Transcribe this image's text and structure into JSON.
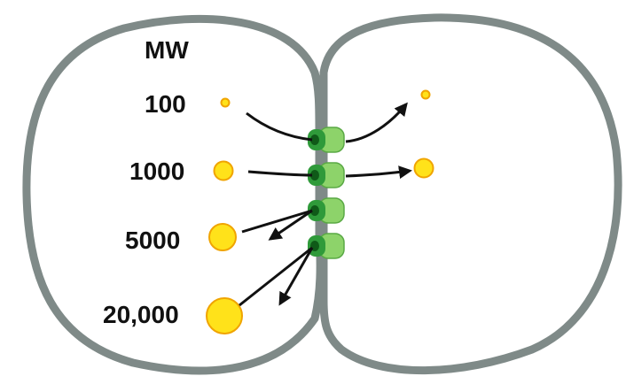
{
  "header": "MW",
  "molecules": [
    {
      "label": "100",
      "passes": true
    },
    {
      "label": "1000",
      "passes": true
    },
    {
      "label": "5000",
      "passes": false
    },
    {
      "label": "20,000",
      "passes": false
    }
  ],
  "colors": {
    "membrane": "#7f8a88",
    "channel_dark": "#2f9a3a",
    "channel_light": "#8dd36a",
    "channel_core": "#0f5a18",
    "molecule_fill": "#ffe21a",
    "molecule_stroke": "#f0a400",
    "arrow": "#111111",
    "background": "#ffffff"
  }
}
